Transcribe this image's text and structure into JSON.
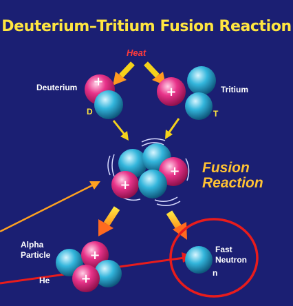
{
  "title": "Deuterium–Tritium Fusion Reaction",
  "labels": {
    "heat": "Heat",
    "deuterium": "Deuterium",
    "tritium": "Tritium",
    "d": "D",
    "t": "T",
    "fusion_line1": "Fusion",
    "fusion_line2": "Reaction",
    "alpha_line1": "Alpha",
    "alpha_line2": "Particle",
    "he": "He",
    "fast_line1": "Fast",
    "fast_line2": "Neutron",
    "n": "n"
  },
  "colors": {
    "background": "#1b1f73",
    "title": "#ffe640",
    "proton": "#e8338a",
    "neutron": "#33b6dc",
    "heat": "#ff3b3b",
    "arrow": "#f5d21b",
    "highlight": "#e81c1c"
  }
}
